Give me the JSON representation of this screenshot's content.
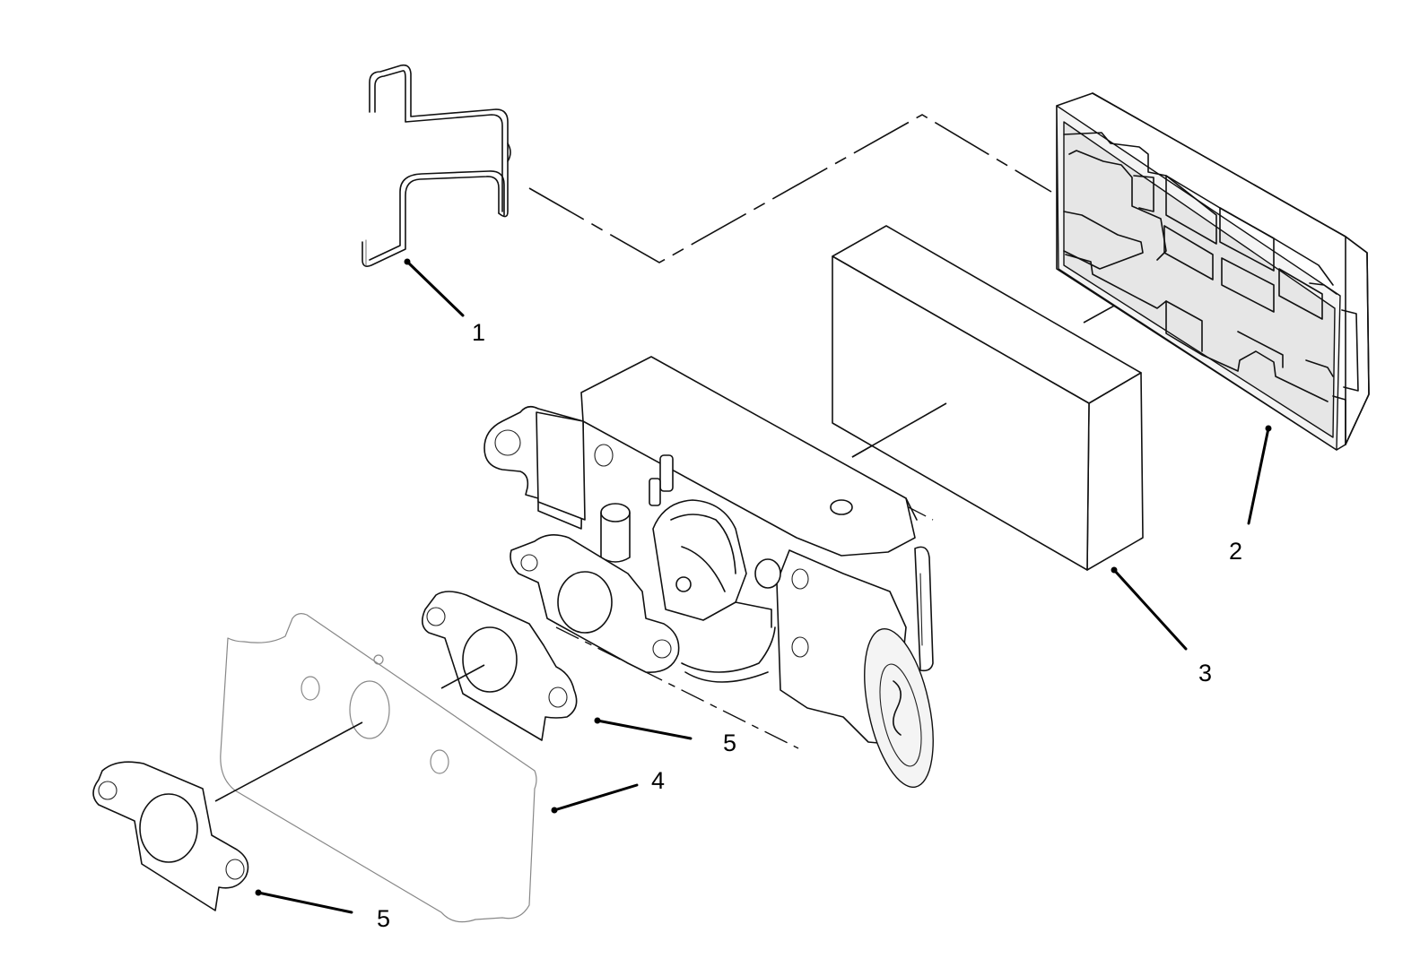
{
  "callouts": [
    {
      "id": "1",
      "label": "1",
      "part": "wire-clip"
    },
    {
      "id": "2",
      "label": "2",
      "part": "air-cleaner-cover"
    },
    {
      "id": "3",
      "label": "3",
      "part": "foam-element"
    },
    {
      "id": "4",
      "label": "4",
      "part": "spacer-plate"
    },
    {
      "id": "5a",
      "label": "5",
      "part": "gasket-upper"
    },
    {
      "id": "5b",
      "label": "5",
      "part": "gasket-lower"
    }
  ],
  "colors": {
    "line": "#111111",
    "background": "#ffffff"
  }
}
